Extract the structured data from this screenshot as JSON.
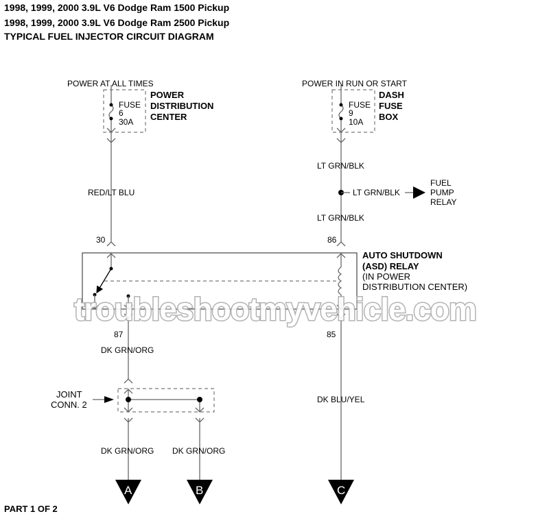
{
  "header": {
    "line1": "1998, 1999, 2000 3.9L V6 Dodge Ram 1500 Pickup",
    "line2": "1998, 1999, 2000 3.9L V6 Dodge Ram 2500 Pickup",
    "line3": "TYPICAL FUEL INJECTOR CIRCUIT DIAGRAM"
  },
  "left_supply": {
    "power": "POWER AT ALL TIMES",
    "fuse": [
      "FUSE",
      "6",
      "30A"
    ],
    "location": [
      "POWER",
      "DISTRIBUTION",
      "CENTER"
    ],
    "wire": "RED/LT BLU"
  },
  "right_supply": {
    "power": "POWER IN RUN OR START",
    "fuse": [
      "FUSE",
      "9",
      "10A"
    ],
    "location": [
      "DASH",
      "FUSE",
      "BOX"
    ],
    "wire_top": "LT GRN/BLK",
    "wire_branch": "LT GRN/BLK",
    "wire_bottom": "LT GRN/BLK",
    "branch_target": [
      "FUEL",
      "PUMP",
      "RELAY"
    ]
  },
  "relay": {
    "name": [
      "AUTO SHUTDOWN",
      "(ASD) RELAY"
    ],
    "location": [
      "(IN POWER",
      "DISTRIBUTION CENTER)"
    ],
    "pins": {
      "p30": "30",
      "p86": "86",
      "p87": "87",
      "p85": "85"
    }
  },
  "lower": {
    "wire_87": "DK GRN/ORG",
    "joint": [
      "JOINT",
      "CONN. 2"
    ],
    "wire_a": "DK GRN/ORG",
    "wire_b": "DK GRN/ORG",
    "wire_85": "DK BLU/YEL",
    "connectors": [
      "A",
      "B",
      "C"
    ]
  },
  "watermark": "troubleshootmyvehicle.com",
  "footer": "PART 1 OF 2"
}
